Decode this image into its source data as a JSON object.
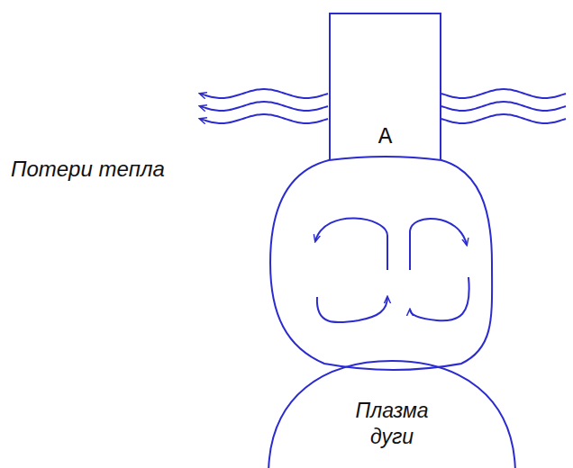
{
  "diagram": {
    "nodes": [
      {
        "text": [
          "A"
        ]
      },
      {
        "text": [
          "Плазма дуги"
        ]
      }
    ],
    "labels": [
      "Потери тепла"
    ]
  }
}
